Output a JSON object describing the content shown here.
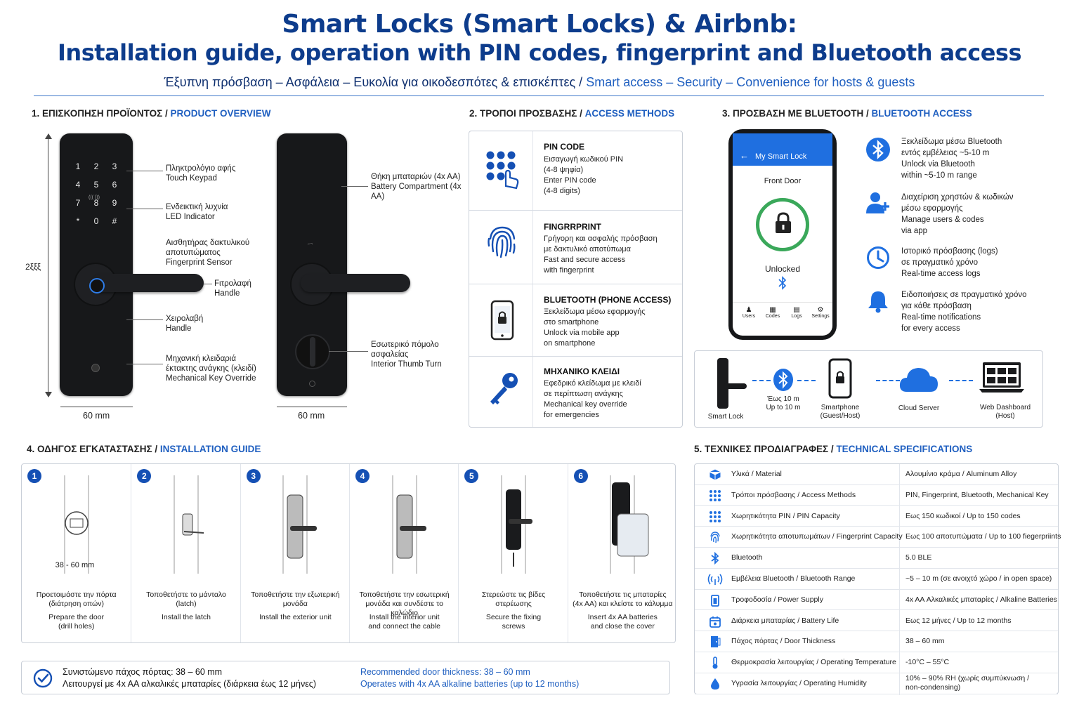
{
  "header": {
    "title_line1": "Smart Locks (Smart Locks) & Airbnb:",
    "title_line2": "Installation guide, operation with PIN codes, fingerprint and Bluetooth access",
    "subtitle_gr": "Έξυπνη πρόσβαση – Ασφάλεια – Ευκολία για οικοδεσπότες & επισκέπτες /",
    "subtitle_en": "Smart access – Security – Convenience for hosts & guests"
  },
  "overview": {
    "heading_gr": "1. ΕΠΙΣΚΟΠΗΣΗ ΠΡΟΪΟΝΤΟΣ /",
    "heading_en": "PRODUCT OVERVIEW",
    "keypad_keys": [
      "1",
      "2",
      "3",
      "4",
      "5",
      "6",
      "7",
      "8",
      "9",
      "*",
      "0",
      "#"
    ],
    "height_label": "2ξξξ",
    "width_front": "60 mm",
    "width_back": "60 mm",
    "front_callouts": [
      {
        "gr": "Πληκτρολόγιο αφής",
        "en": "Touch Keypad"
      },
      {
        "gr": "Ενδεικτική λυχνία",
        "en": "LED Indicator"
      },
      {
        "gr": "Αισθητήρας δακτυλικού αποτυπώματος",
        "en": "Fingerprint Sensor"
      },
      {
        "gr": "Fιτρολαφή",
        "en": "Handle"
      },
      {
        "gr": "Χειρολαβή",
        "en": "Handle"
      },
      {
        "gr": "Μηχανική κλειδαριά έκτακτης ανάγκης (κλειδί)",
        "en": "Mechanical Key Override"
      }
    ],
    "back_callouts": [
      {
        "gr": "Θήκη μπαταριών (4x AA)",
        "en": "Battery Compartment (4x AA)"
      },
      {
        "gr": "Εσωτερικό πόμολο ασφαλείας",
        "en": "Interior Thumb Turn"
      }
    ]
  },
  "access": {
    "heading_gr": "2. ΤΡΟΠΟΙ ΠΡΟΣΒΑΣΗΣ /",
    "heading_en": "ACCESS METHODS",
    "methods": [
      {
        "title": "PIN CODE",
        "gr1": "Εισαγωγή κωδικού PIN",
        "gr2": "(4-8 ψηφία)",
        "en1": "Enter PIN code",
        "en2": "(4-8 digits)"
      },
      {
        "title": "FINGRRPRINT",
        "gr1": "Γρήγορη και ασφαλής πρόσβαση",
        "gr2": "με δακτυλικό αποτύπωμα",
        "en1": "Fast and secure access",
        "en2": "with fingerprint"
      },
      {
        "title": "BLUETOOTH (PHONE ACCESS)",
        "gr1": "Ξεκλείδωμα μέσω εφαρμογής",
        "gr2": "στο smartphone",
        "en1": "Unlock via mobile app",
        "en2": "on smartphone"
      },
      {
        "title": "ΜΗΧΑΝΙΚΟ ΚΛΕΙΔΙ",
        "gr1": "Εφεδρικό κλείδωμα με κλειδί",
        "gr2": "σε περίπτωση ανάγκης",
        "en1": "Mechanical key override",
        "en2": "for emergencies"
      }
    ]
  },
  "bluetooth": {
    "heading_gr": "3. ΠΡΟΣΒΑΣΗ ΜΕ BLUETOOTH /",
    "heading_en": "BLUETOOTH ACCESS",
    "phone": {
      "app_title": "My Smart Lock",
      "door": "Front Door",
      "status": "Unlocked",
      "tabs": [
        "Users",
        "Codes",
        "Logs",
        "Settings"
      ]
    },
    "features": [
      {
        "l1": "Ξεκλείδωμα μέσω Bluetooth",
        "l2": "εντός εμβέλειας ~5-10 m",
        "l3": "Unlock via Bluetooth",
        "l4": "within ~5-10 m range"
      },
      {
        "l1": "Διαχείριση χρηστών & κωδικών",
        "l2": "μέσω εφαρμογής",
        "l3": "Manage users & codes",
        "l4": "via app"
      },
      {
        "l1": "Ιστορικό πρόσβασης (logs)",
        "l2": "σε πραγματικό χρόνο",
        "l3": "Real-time access logs",
        "l4": ""
      },
      {
        "l1": "Ειδοποιήσεις σε πραγματικό χρόνο",
        "l2": "για κάθε πρόσβαση",
        "l3": "Real-time notifications",
        "l4": "for every access"
      }
    ],
    "flow": {
      "lock": "Smart Lock",
      "range_gr": "Έως 10 m",
      "range_en": "Up to 10 m",
      "phone1": "Smartphone",
      "phone2": "(Guest/Host)",
      "cloud": "Cloud Server",
      "web1": "Web Dashboard",
      "web2": "(Host)"
    }
  },
  "install": {
    "heading_gr": "4. ΟΔΗΓΟΣ ΕΓΚΑΤΑΣΤΑΣΗΣ /",
    "heading_en": "INSTALLATION GUIDE",
    "door_dim": "38 - 60 mm",
    "steps": [
      {
        "n": "1",
        "gr1": "Προετοιμάστε την πόρτα",
        "gr2": "(διάτρηση οπών)",
        "en1": "Prepare the door",
        "en2": "(drill holes)"
      },
      {
        "n": "2",
        "gr1": "Τοποθετήστε το μάνταλο",
        "gr2": "(latch)",
        "en1": "Install the latch",
        "en2": ""
      },
      {
        "n": "3",
        "gr1": "Τοποθετήστε την εξωτερική",
        "gr2": "μονάδα",
        "en1": "Install the exterior unit",
        "en2": ""
      },
      {
        "n": "4",
        "gr1": "Τοποθετήστε την εσωτερική",
        "gr2": "μονάδα και συνδέστε το καλώδιο",
        "en1": "Install the interior unit",
        "en2": "and connect the cable"
      },
      {
        "n": "5",
        "gr1": "Στερεώστε τις βίδες",
        "gr2": "στερέωσης",
        "en1": "Secure the fixing",
        "en2": "screws"
      },
      {
        "n": "6",
        "gr1": "Τοποθετήστε τις μπαταρίες",
        "gr2": "(4x AA) και κλείστε το κάλυμμα",
        "en1": "Insert 4x AA batteries",
        "en2": "and close the cover"
      }
    ],
    "note_gr1": "Συνιστώμενο πάχος πόρτας: 38 – 60 mm",
    "note_gr2": "Λειτουργεί με 4x AA αλκαλικές μπαταρίες (διάρκεια έως 12 μήνες)",
    "note_en1": "Recommended door thickness: 38 – 60 mm",
    "note_en2": "Operates with 4x AA alkaline batteries (up to 12 months)"
  },
  "specs": {
    "heading_gr": "5. ΤΕΧΝΙΚΕΣ ΠΡΟΔΙΑΓΡΑΦΕΣ /",
    "heading_en": "TECHNICAL SPECIFICATIONS",
    "rows": [
      {
        "icon": "cube-icon",
        "k": "Υλικά / Material",
        "v": "Αλουμίνιο κράμα / Aluminum Alloy",
        "v2": ""
      },
      {
        "icon": "keypad-icon",
        "k": "Τρόποι πρόσβασης / Access Methods",
        "v": "PIN, Fingerprint, Bluetooth, Mechanical Key",
        "v2": ""
      },
      {
        "icon": "keypad-icon",
        "k": "Χωρητικότητα PIN / PIN Capacity",
        "v": "Εως 150 κωδικοί / Up to 150 codes",
        "v2": ""
      },
      {
        "icon": "fingerprint-icon",
        "k": "Χωρητικότητα αποτυπωμάτων / Fingerprint Capacity",
        "v": "Εως 100 αποτυπώματα / Up to 100 fiegerpriints",
        "v2": ""
      },
      {
        "icon": "bluetooth-icon",
        "k": "Bluetooth",
        "v": "5.0 BLE",
        "v2": ""
      },
      {
        "icon": "signal-icon",
        "k": "Εμβέλεια Bluetooth / Bluetooth Range",
        "v": "~5 – 10 m (σε ανοιχτό χώρο / in open space)",
        "v2": ""
      },
      {
        "icon": "battery-icon",
        "k": "Τροφοδοσία / Power Supply",
        "v": "4x AA Αλκαλικές μπαταρίες / Alkaline Batteries",
        "v2": ""
      },
      {
        "icon": "calendar-icon",
        "k": "Διάρκεια μπαταρίας / Battery Life",
        "v": "Εως 12 μήνες / Up to 12 months",
        "v2": ""
      },
      {
        "icon": "door-icon",
        "k": "Πάχος πόρτας / Door Thickness",
        "v": "38 – 60 mm",
        "v2": ""
      },
      {
        "icon": "thermometer-icon",
        "k": "Θερμοκρασία λειτουργίας / Operating Temperature",
        "v": "-10°C – 55°C",
        "v2": ""
      },
      {
        "icon": "droplet-icon",
        "k": "Υγρασία λειτουργίας / Operating Humidity",
        "v": "10% – 90% RH (χωρίς συμπύκνωση /",
        "v2": "non-condensing)"
      }
    ]
  },
  "colors": {
    "brand": "#0d3c8c",
    "accent": "#1f5fc0",
    "lock_body": "#17181a",
    "unlocked_ring": "#3aa85a"
  }
}
